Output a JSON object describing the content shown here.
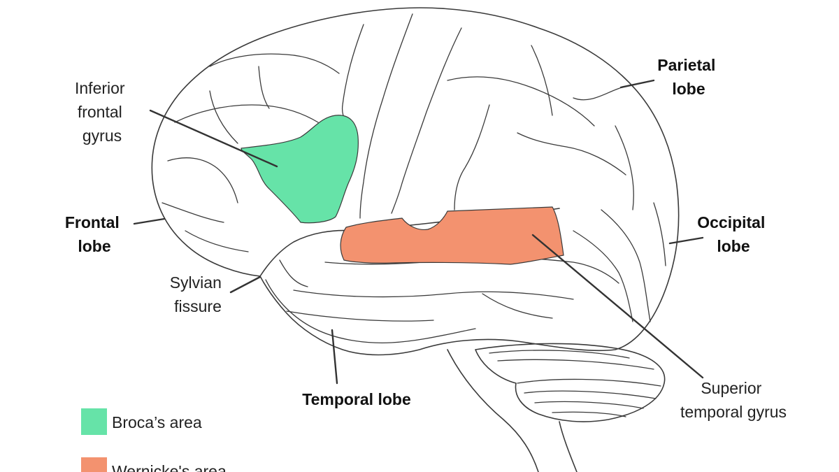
{
  "labels": {
    "inferior_frontal": [
      "Inferior",
      "frontal",
      "gyrus"
    ],
    "frontal_lobe": [
      "Frontal",
      "lobe"
    ],
    "sylvian_fissure": [
      "Sylvian",
      "fissure"
    ],
    "temporal_lobe": "Temporal lobe",
    "parietal_lobe": [
      "Parietal",
      "lobe"
    ],
    "occipital_lobe": [
      "Occipital",
      "lobe"
    ],
    "superior_temporal": [
      "Superior",
      "temporal gyrus"
    ]
  },
  "legend": [
    {
      "label": "Broca’s area",
      "color": "#66e3a8"
    },
    {
      "label": "Wernicke's area",
      "color": "#f3926f"
    }
  ],
  "colors": {
    "broca": "#66e3a8",
    "wernicke": "#f3926f",
    "outline": "#3a3a3a"
  }
}
